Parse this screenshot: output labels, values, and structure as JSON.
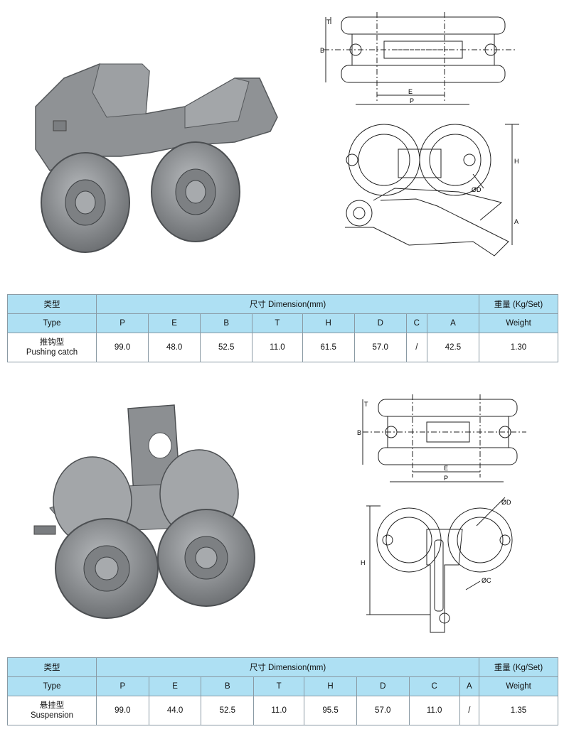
{
  "colors": {
    "header_bg": "#aee0f3",
    "border": "#8a9aa4",
    "metal": "#8c8f92"
  },
  "header": {
    "type_cn": "类型",
    "dimension_cn": "尺寸 Dimension(mm)",
    "weight_cn": "重量 (Kg/Set)",
    "type_en": "Type",
    "weight_en": "Weight",
    "columns": [
      "P",
      "E",
      "B",
      "T",
      "H",
      "D",
      "C",
      "A"
    ]
  },
  "products": [
    {
      "name_cn": "推钩型",
      "name_en": "Pushing catch",
      "values": [
        "99.0",
        "48.0",
        "52.5",
        "11.0",
        "61.5",
        "57.0",
        "/",
        "42.5"
      ],
      "weight": "1.30",
      "drawing_labels": {
        "b": "B",
        "t": "T",
        "e": "E",
        "p": "P",
        "h": "H",
        "d": "ØD",
        "a": "A"
      }
    },
    {
      "name_cn": "悬挂型",
      "name_en": "Suspension",
      "values": [
        "99.0",
        "44.0",
        "52.5",
        "11.0",
        "95.5",
        "57.0",
        "11.0",
        "/"
      ],
      "weight": "1.35",
      "drawing_labels": {
        "b": "B",
        "t": "T",
        "e": "E",
        "p": "P",
        "h": "H",
        "d": "ØD",
        "c": "ØC"
      }
    }
  ]
}
